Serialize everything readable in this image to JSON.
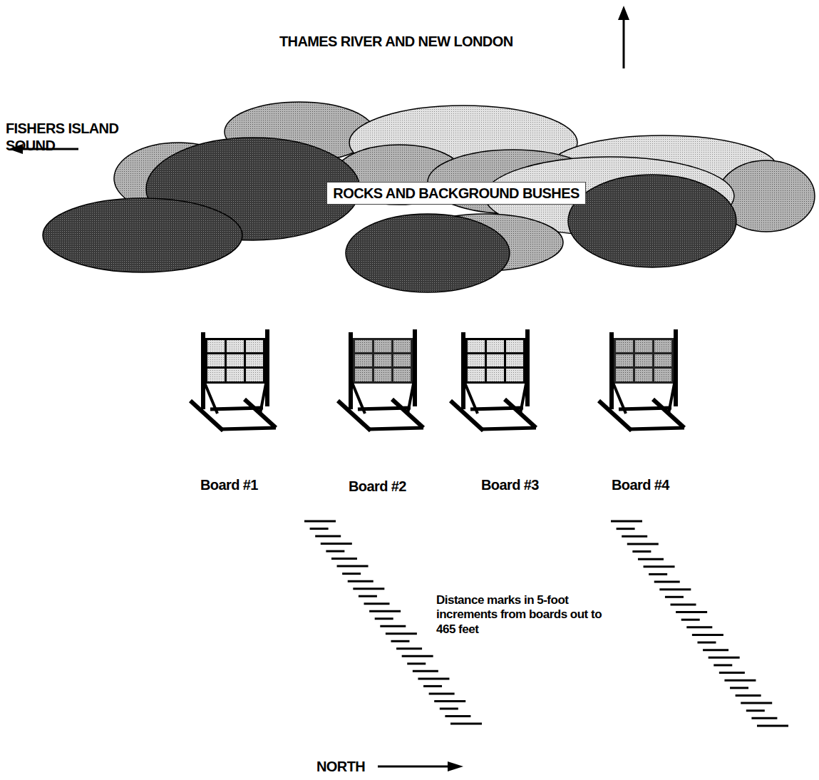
{
  "diagram": {
    "nodes": [
      {
        "text": [
          "ROCKS AND BACKGROUND BUSHES"
        ]
      }
    ],
    "labels": [
      "THAMES RIVER AND NEW LONDON",
      "FISHERS ISLAND SOUND",
      "Board #1",
      "Board #2",
      "Board #3",
      "Board #4",
      "Distance marks in 5-foot increments from boards out to 465 feet",
      "NORTH"
    ]
  }
}
